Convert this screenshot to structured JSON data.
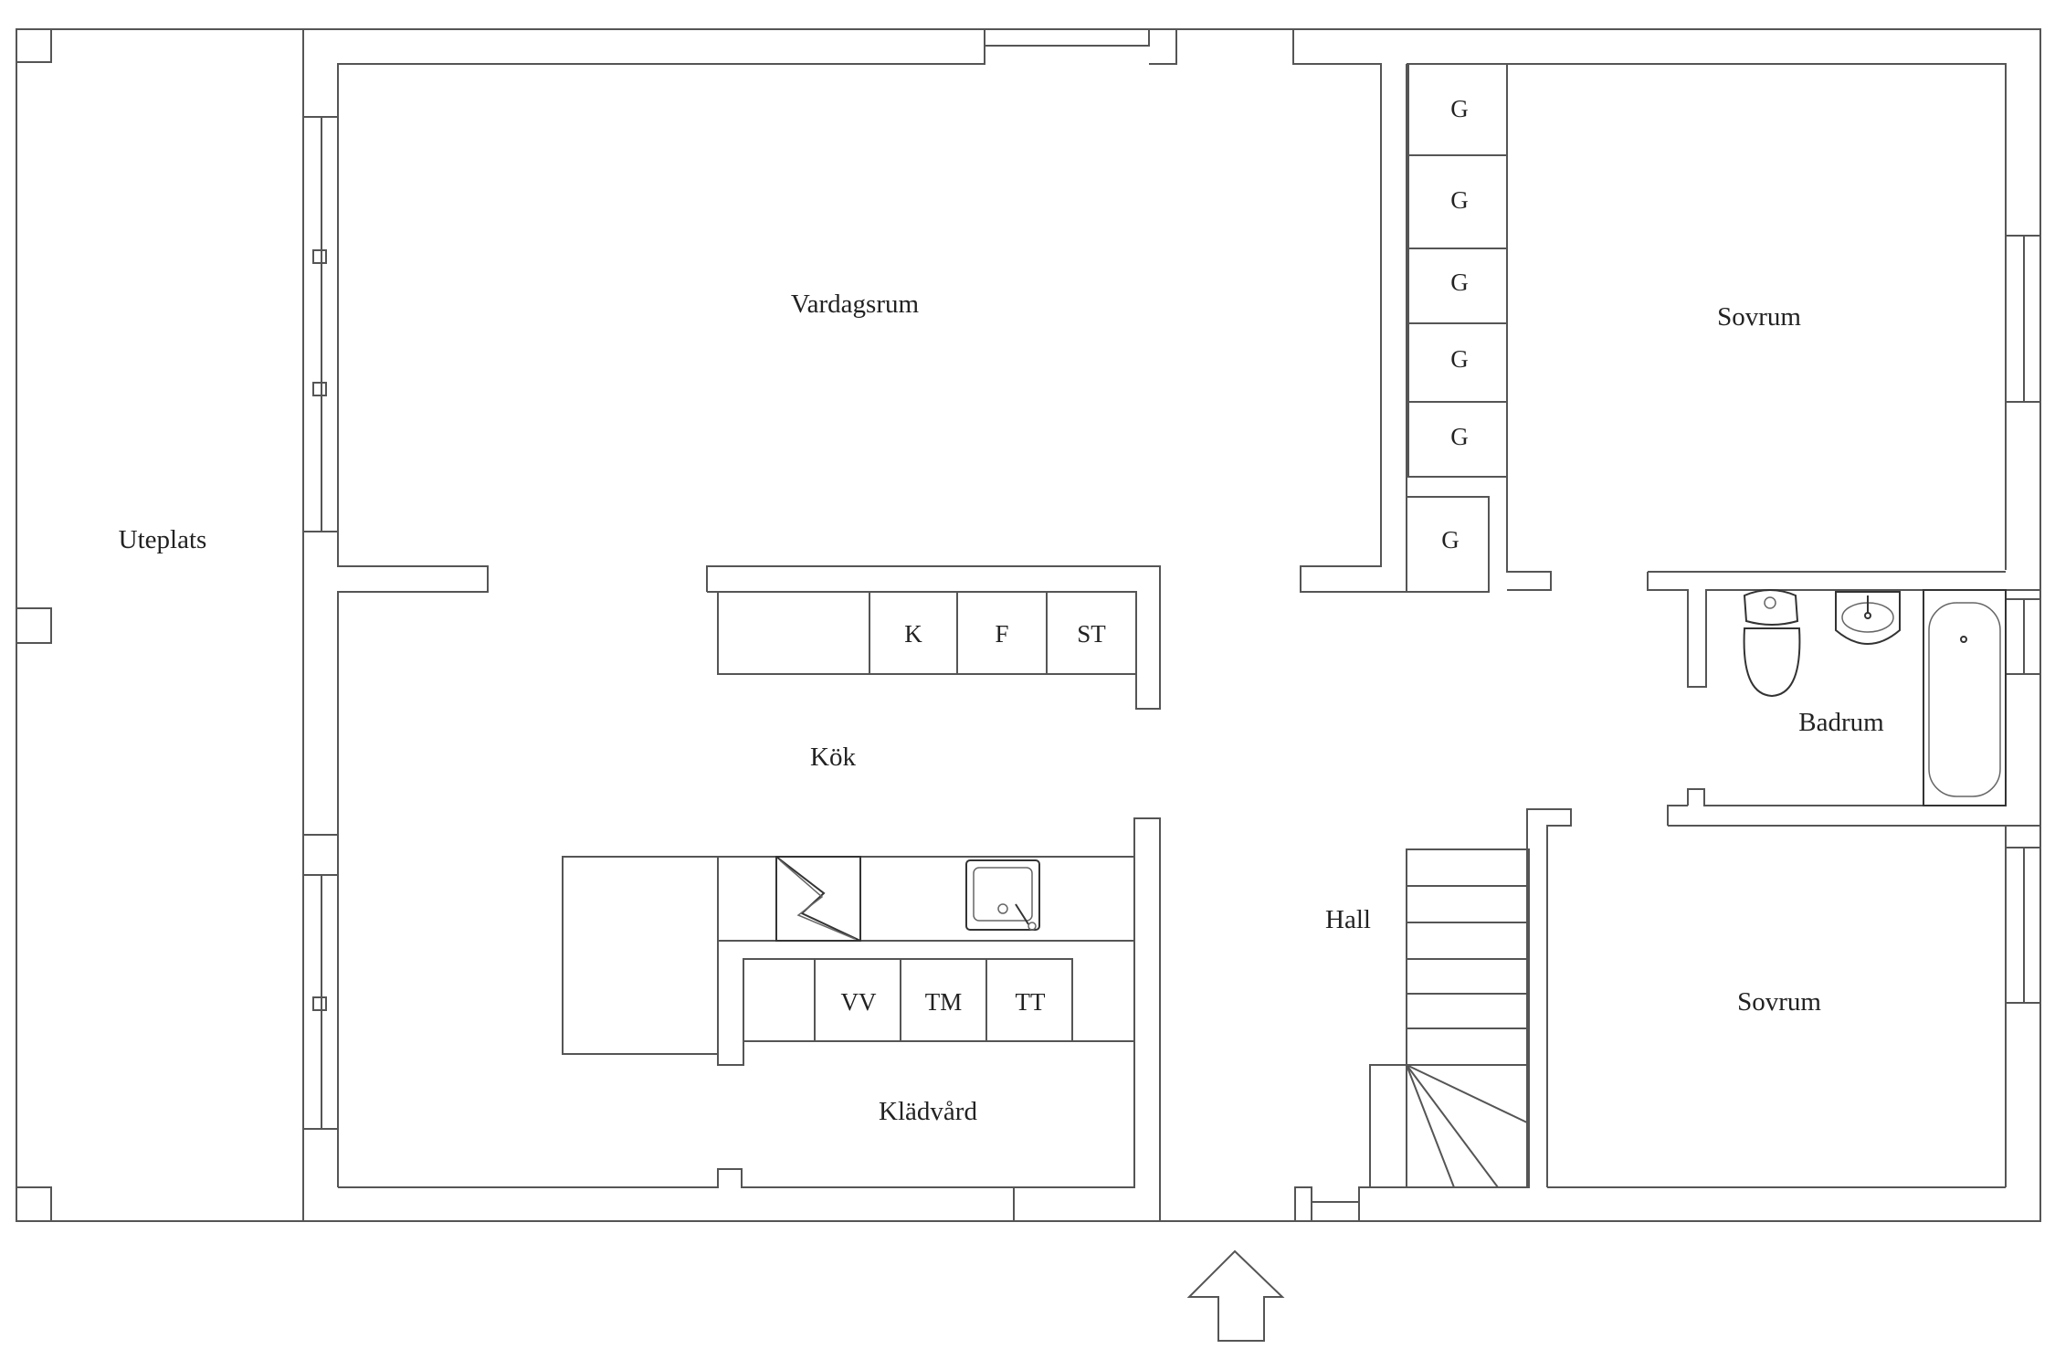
{
  "rooms": {
    "uteplats": "Uteplats",
    "vardagsrum": "Vardagsrum",
    "kok": "Kök",
    "kladvard": "Klädvård",
    "hall": "Hall",
    "sovrum_1": "Sovrum",
    "sovrum_2": "Sovrum",
    "badrum": "Badrum"
  },
  "wardrobes": [
    "G",
    "G",
    "G",
    "G",
    "G",
    "G"
  ],
  "kitchen_upper": [
    "K",
    "F",
    "ST"
  ],
  "laundry": [
    "VV",
    "TM",
    "TT"
  ],
  "icons": {
    "entrance": "entrance-arrow-icon",
    "stove": "stove-icon",
    "sink": "kitchen-sink-icon",
    "toilet": "toilet-icon",
    "washbasin": "washbasin-icon",
    "bathtub": "bathtub-icon",
    "stairs": "staircase-icon"
  },
  "colors": {
    "wall": "#555555",
    "background": "#ffffff",
    "text": "#222222"
  }
}
